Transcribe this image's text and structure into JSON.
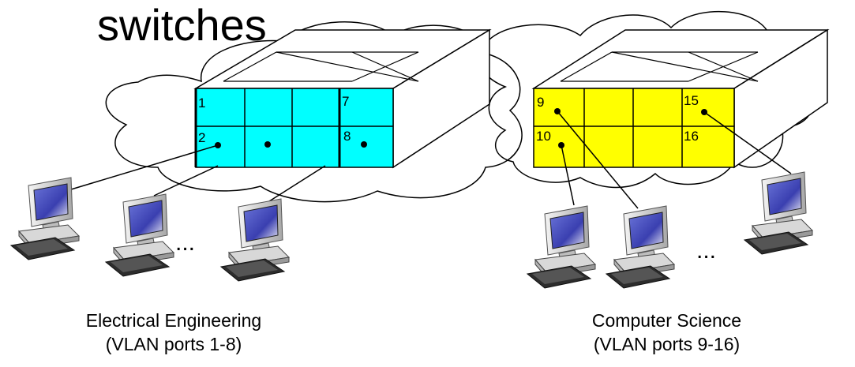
{
  "title": "switches",
  "switches": [
    {
      "id": "ee",
      "face_color": "#00ffff",
      "port_labels": [
        "1",
        "7",
        "2",
        "8"
      ]
    },
    {
      "id": "cs",
      "face_color": "#ffff00",
      "port_labels": [
        "9",
        "15",
        "10",
        "16"
      ]
    }
  ],
  "ellipsis_marks": [
    "...",
    "..."
  ],
  "groups": [
    {
      "name": "Electrical Engineering",
      "subtitle": "(VLAN ports 1-8)"
    },
    {
      "name": "Computer Science",
      "subtitle": "(VLAN ports 9-16)"
    }
  ],
  "colors": {
    "cloud_stroke": "#000000",
    "computer_screen": "#3a3fb0",
    "computer_body": "#cfcfcf"
  }
}
